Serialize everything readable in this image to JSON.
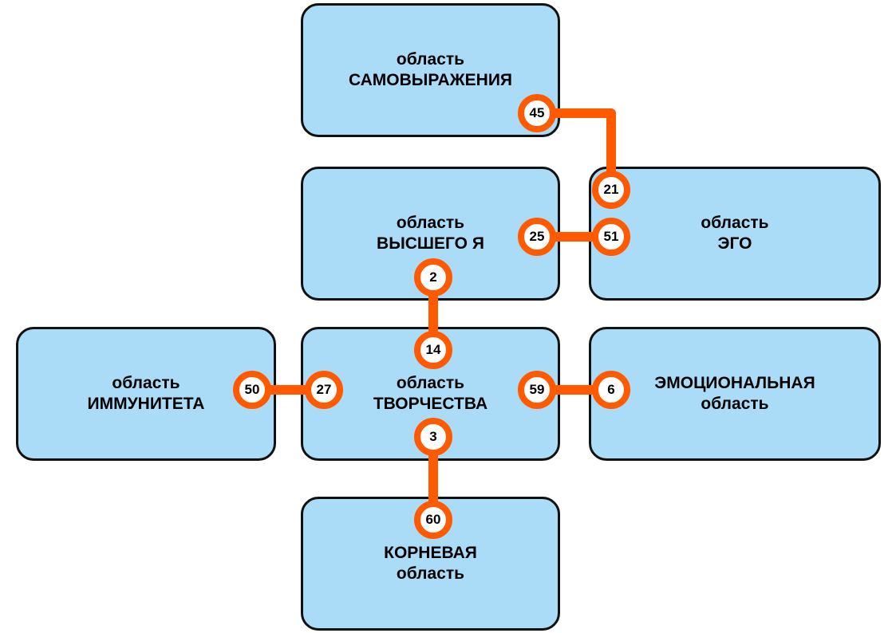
{
  "areas": {
    "samovyrazhenie": {
      "line1": "область",
      "line2": "САМОВЫРАЖЕНИЯ"
    },
    "vysshee_ya": {
      "line1": "область",
      "line2": "ВЫСШЕГО Я"
    },
    "ego": {
      "line1": "область",
      "line2": "ЭГО"
    },
    "immunitet": {
      "line1": "область",
      "line2": "ИММУНИТЕТА"
    },
    "tvorchestvo": {
      "line1": "область",
      "line2": "ТВОРЧЕСТВА"
    },
    "emocii": {
      "line1": "ЭМОЦИОНАЛЬНАЯ",
      "line2": "область"
    },
    "koren": {
      "line1": "КОРНЕВАЯ",
      "line2": "область"
    }
  },
  "nodes": {
    "n45": "45",
    "n21": "21",
    "n25": "25",
    "n51": "51",
    "n2": "2",
    "n14": "14",
    "n50": "50",
    "n27": "27",
    "n59": "59",
    "n6": "6",
    "n3": "3",
    "n60": "60"
  },
  "connections": [
    {
      "from": "45",
      "to": "21"
    },
    {
      "from": "25",
      "to": "51"
    },
    {
      "from": "2",
      "to": "14"
    },
    {
      "from": "50",
      "to": "27"
    },
    {
      "from": "59",
      "to": "6"
    },
    {
      "from": "3",
      "to": "60"
    }
  ],
  "colors": {
    "area_fill": "#abdcf7",
    "area_border": "#111111",
    "connector": "#ff5a00",
    "node_fill": "#ffffff"
  }
}
